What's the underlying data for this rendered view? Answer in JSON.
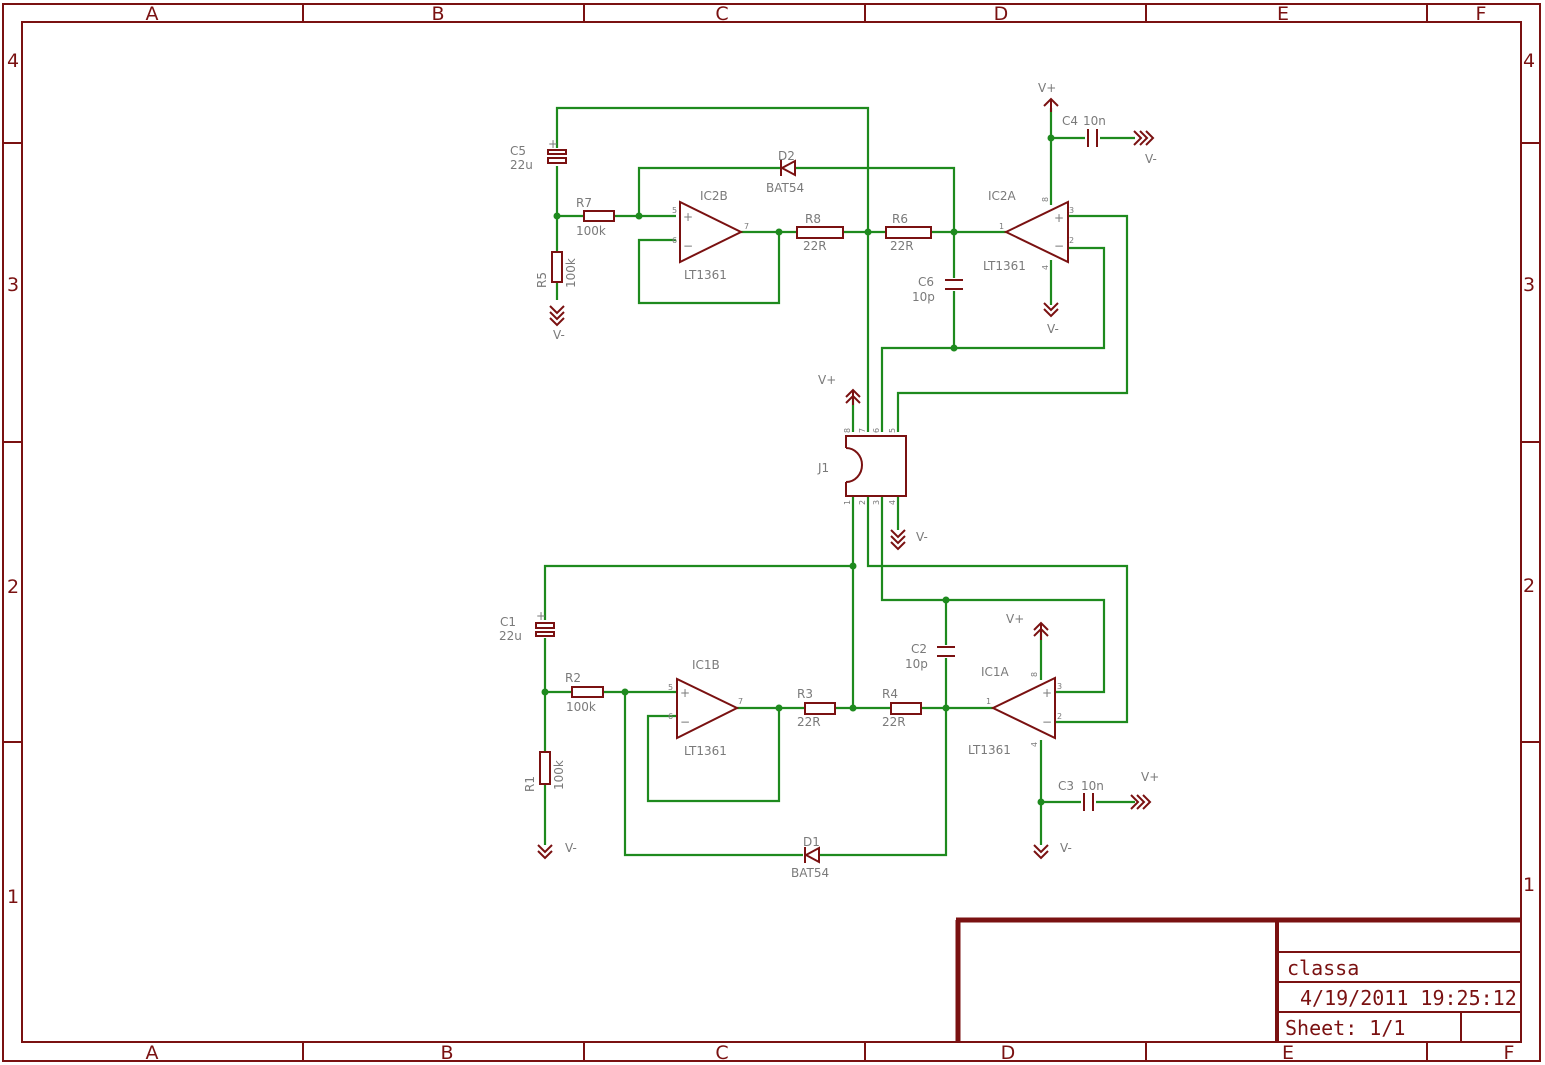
{
  "frame": {
    "columns": [
      "A",
      "B",
      "C",
      "D",
      "E",
      "F"
    ],
    "rows": [
      "4",
      "3",
      "2",
      "1"
    ]
  },
  "title_block": {
    "name": "classa",
    "date": "4/19/2011 19:25:12",
    "sheet": "Sheet: 1/1"
  },
  "components": {
    "C5": {
      "ref": "C5",
      "value": "22u"
    },
    "R7": {
      "ref": "R7",
      "value": "100k"
    },
    "R5": {
      "ref": "R5",
      "value": "100k"
    },
    "IC2B": {
      "ref": "IC2B",
      "value": "LT1361",
      "pins": [
        "5",
        "6",
        "7"
      ]
    },
    "D2": {
      "ref": "D2",
      "value": "BAT54"
    },
    "R8": {
      "ref": "R8",
      "value": "22R"
    },
    "R6": {
      "ref": "R6",
      "value": "22R"
    },
    "C6": {
      "ref": "C6",
      "value": "10p"
    },
    "IC2A": {
      "ref": "IC2A",
      "value": "LT1361",
      "pins": [
        "1",
        "8",
        "3",
        "2",
        "4"
      ]
    },
    "C4": {
      "ref": "C4",
      "value": "10n"
    },
    "J1": {
      "ref": "J1",
      "pins": [
        "8",
        "7",
        "6",
        "5",
        "1",
        "2",
        "3",
        "4"
      ]
    },
    "C1": {
      "ref": "C1",
      "value": "22u"
    },
    "R2": {
      "ref": "R2",
      "value": "100k"
    },
    "R1": {
      "ref": "R1",
      "value": "100k"
    },
    "IC1B": {
      "ref": "IC1B",
      "value": "LT1361",
      "pins": [
        "5",
        "6",
        "7"
      ]
    },
    "R3": {
      "ref": "R3",
      "value": "22R"
    },
    "R4": {
      "ref": "R4",
      "value": "22R"
    },
    "C2": {
      "ref": "C2",
      "value": "10p"
    },
    "IC1A": {
      "ref": "IC1A",
      "value": "LT1361",
      "pins": [
        "1",
        "8",
        "3",
        "2",
        "4"
      ]
    },
    "C3": {
      "ref": "C3",
      "value": "10n"
    },
    "D1": {
      "ref": "D1",
      "value": "BAT54"
    }
  },
  "supplies": {
    "vplus": "V+",
    "vminus": "V-"
  },
  "symbols": {
    "plus": "+",
    "minus": "−"
  },
  "colors": {
    "frame": "#7a1111",
    "wire": "#1e8a1e",
    "label": "#7a7a7a"
  }
}
